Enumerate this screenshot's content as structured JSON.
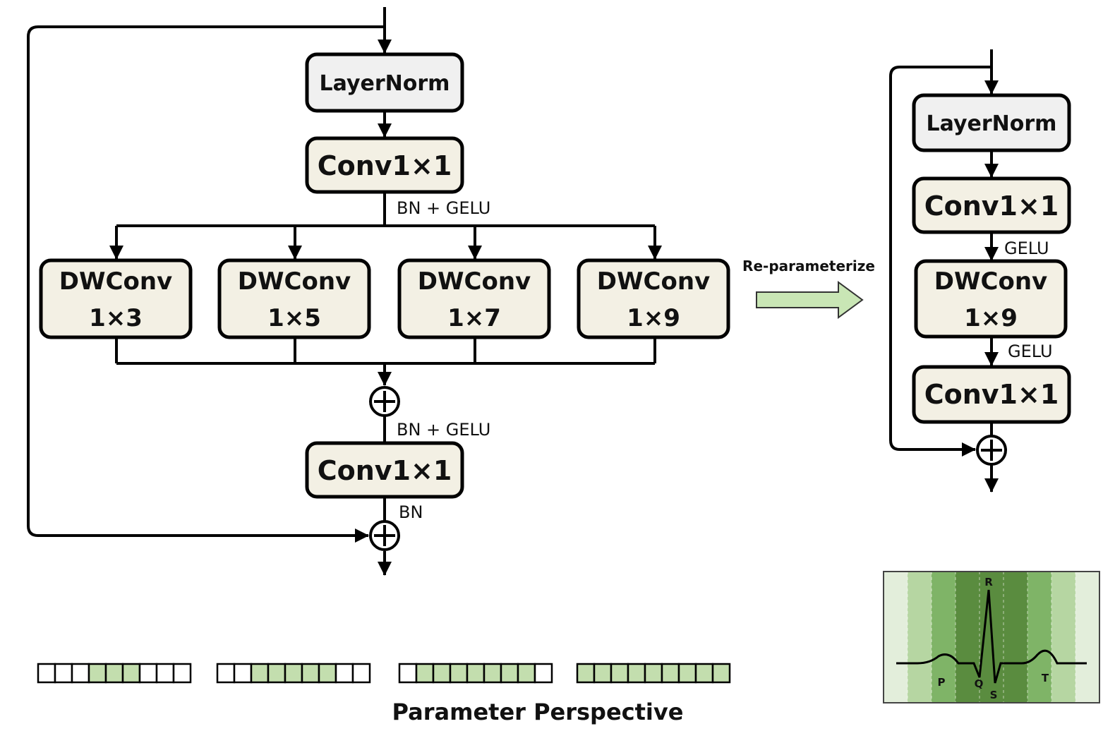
{
  "left_block": {
    "layernorm_label": "LayerNorm",
    "conv_top_label": "Conv1×1",
    "bn_gelu_top": "BN + GELU",
    "dwconvs": [
      {
        "title": "DWConv",
        "kernel": "1×3"
      },
      {
        "title": "DWConv",
        "kernel": "1×5"
      },
      {
        "title": "DWConv",
        "kernel": "1×7"
      },
      {
        "title": "DWConv",
        "kernel": "1×9"
      }
    ],
    "bn_gelu_bottom": "BN + GELU",
    "conv_bottom_label": "Conv1×1",
    "bn_label": "BN"
  },
  "reparam_label": "Re-parameterize",
  "right_block": {
    "layernorm_label": "LayerNorm",
    "conv_top_label": "Conv1×1",
    "gelu_1": "GELU",
    "dwconv_title": "DWConv",
    "dwconv_kernel": "1×9",
    "gelu_2": "GELU",
    "conv_bottom_label": "Conv1×1"
  },
  "parameter_perspective": {
    "caption": "Parameter Perspective",
    "total_cells": 9,
    "kernels": [
      {
        "kernel": "1×3",
        "active_cells": 3
      },
      {
        "kernel": "1×5",
        "active_cells": 5
      },
      {
        "kernel": "1×7",
        "active_cells": 7
      },
      {
        "kernel": "1×9",
        "active_cells": 9
      }
    ]
  },
  "ecg_panel": {
    "wave_labels": [
      "P",
      "Q",
      "R",
      "S",
      "T"
    ]
  },
  "colors": {
    "layernorm_fill": "#f0f0f0",
    "conv_fill": "#f3f0e4",
    "arrow_fill": "#c9e6b5",
    "cell_green": "#c3deae",
    "ecg_bands": [
      "#e3eedb",
      "#b6d6a2",
      "#7fb467",
      "#5a8c3f"
    ]
  }
}
